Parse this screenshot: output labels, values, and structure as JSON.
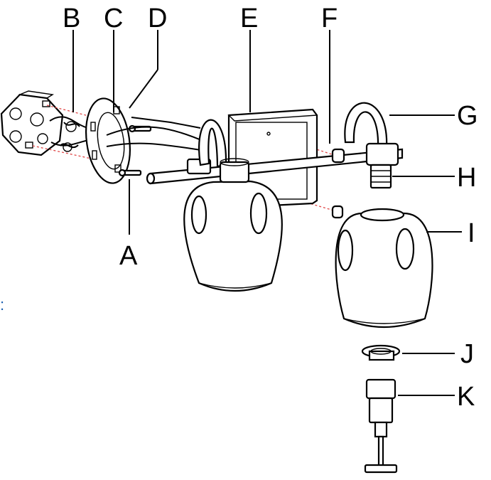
{
  "diagram": {
    "labels": {
      "A": "A",
      "B": "B",
      "C": "C",
      "D": "D",
      "E": "E",
      "F": "F",
      "G": "G",
      "H": "H",
      "I": "I",
      "J": "J",
      "K": "K"
    },
    "side_mark": ":",
    "colors": {
      "line": "#000000",
      "dashed_guide": "#e04848",
      "mark": "#1b5fb0"
    }
  }
}
